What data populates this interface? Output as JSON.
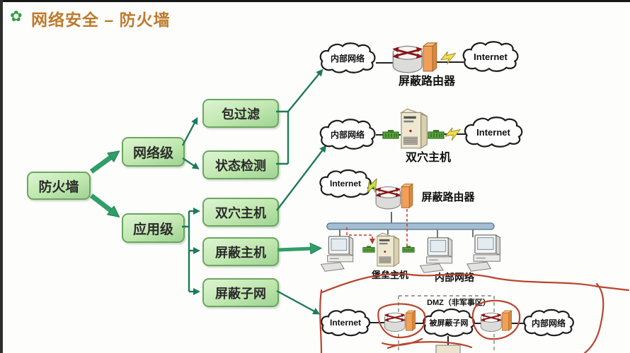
{
  "header": {
    "title": "网络安全 – 防火墙",
    "icon": "rosette"
  },
  "tree": {
    "root": "防火墙",
    "network_level": "网络级",
    "app_level": "应用级",
    "packet_filter": "包过滤",
    "stateful_inspection": "状态检测",
    "dual_homed_host": "双穴主机",
    "screened_host": "屏蔽主机",
    "screened_subnet": "屏蔽子网"
  },
  "diagram_screening_router": {
    "internal_cloud": "内部网络",
    "internet_cloud": "Internet",
    "caption": "屏蔽路由器"
  },
  "diagram_dual_homed": {
    "internal_cloud": "内部网络",
    "internet_cloud": "Internet",
    "caption": "双穴主机"
  },
  "diagram_screened_host": {
    "internet_cloud": "Internet",
    "router_caption": "屏蔽路由器",
    "bastion_caption": "堡垒主机",
    "internal_label": "内部网络"
  },
  "diagram_screened_subnet": {
    "dmz_caption": "DMZ（非军事区）",
    "internet_cloud": "Internet",
    "subnet_cloud": "被屏蔽子网",
    "internal_cloud": "内部网络"
  },
  "colors": {
    "title": "#bd7a2c",
    "node_fill": "#bfe7ae",
    "node_border": "#6aa75e",
    "connector_green": "#1e7a5c",
    "block_arrow_green": "#2f9e68",
    "annotation_red": "#b8452f",
    "backbone_blue": "#a3bed2",
    "firewall_wall_orange": "#f0a058",
    "lightning_yellow": "#f2de4e"
  }
}
